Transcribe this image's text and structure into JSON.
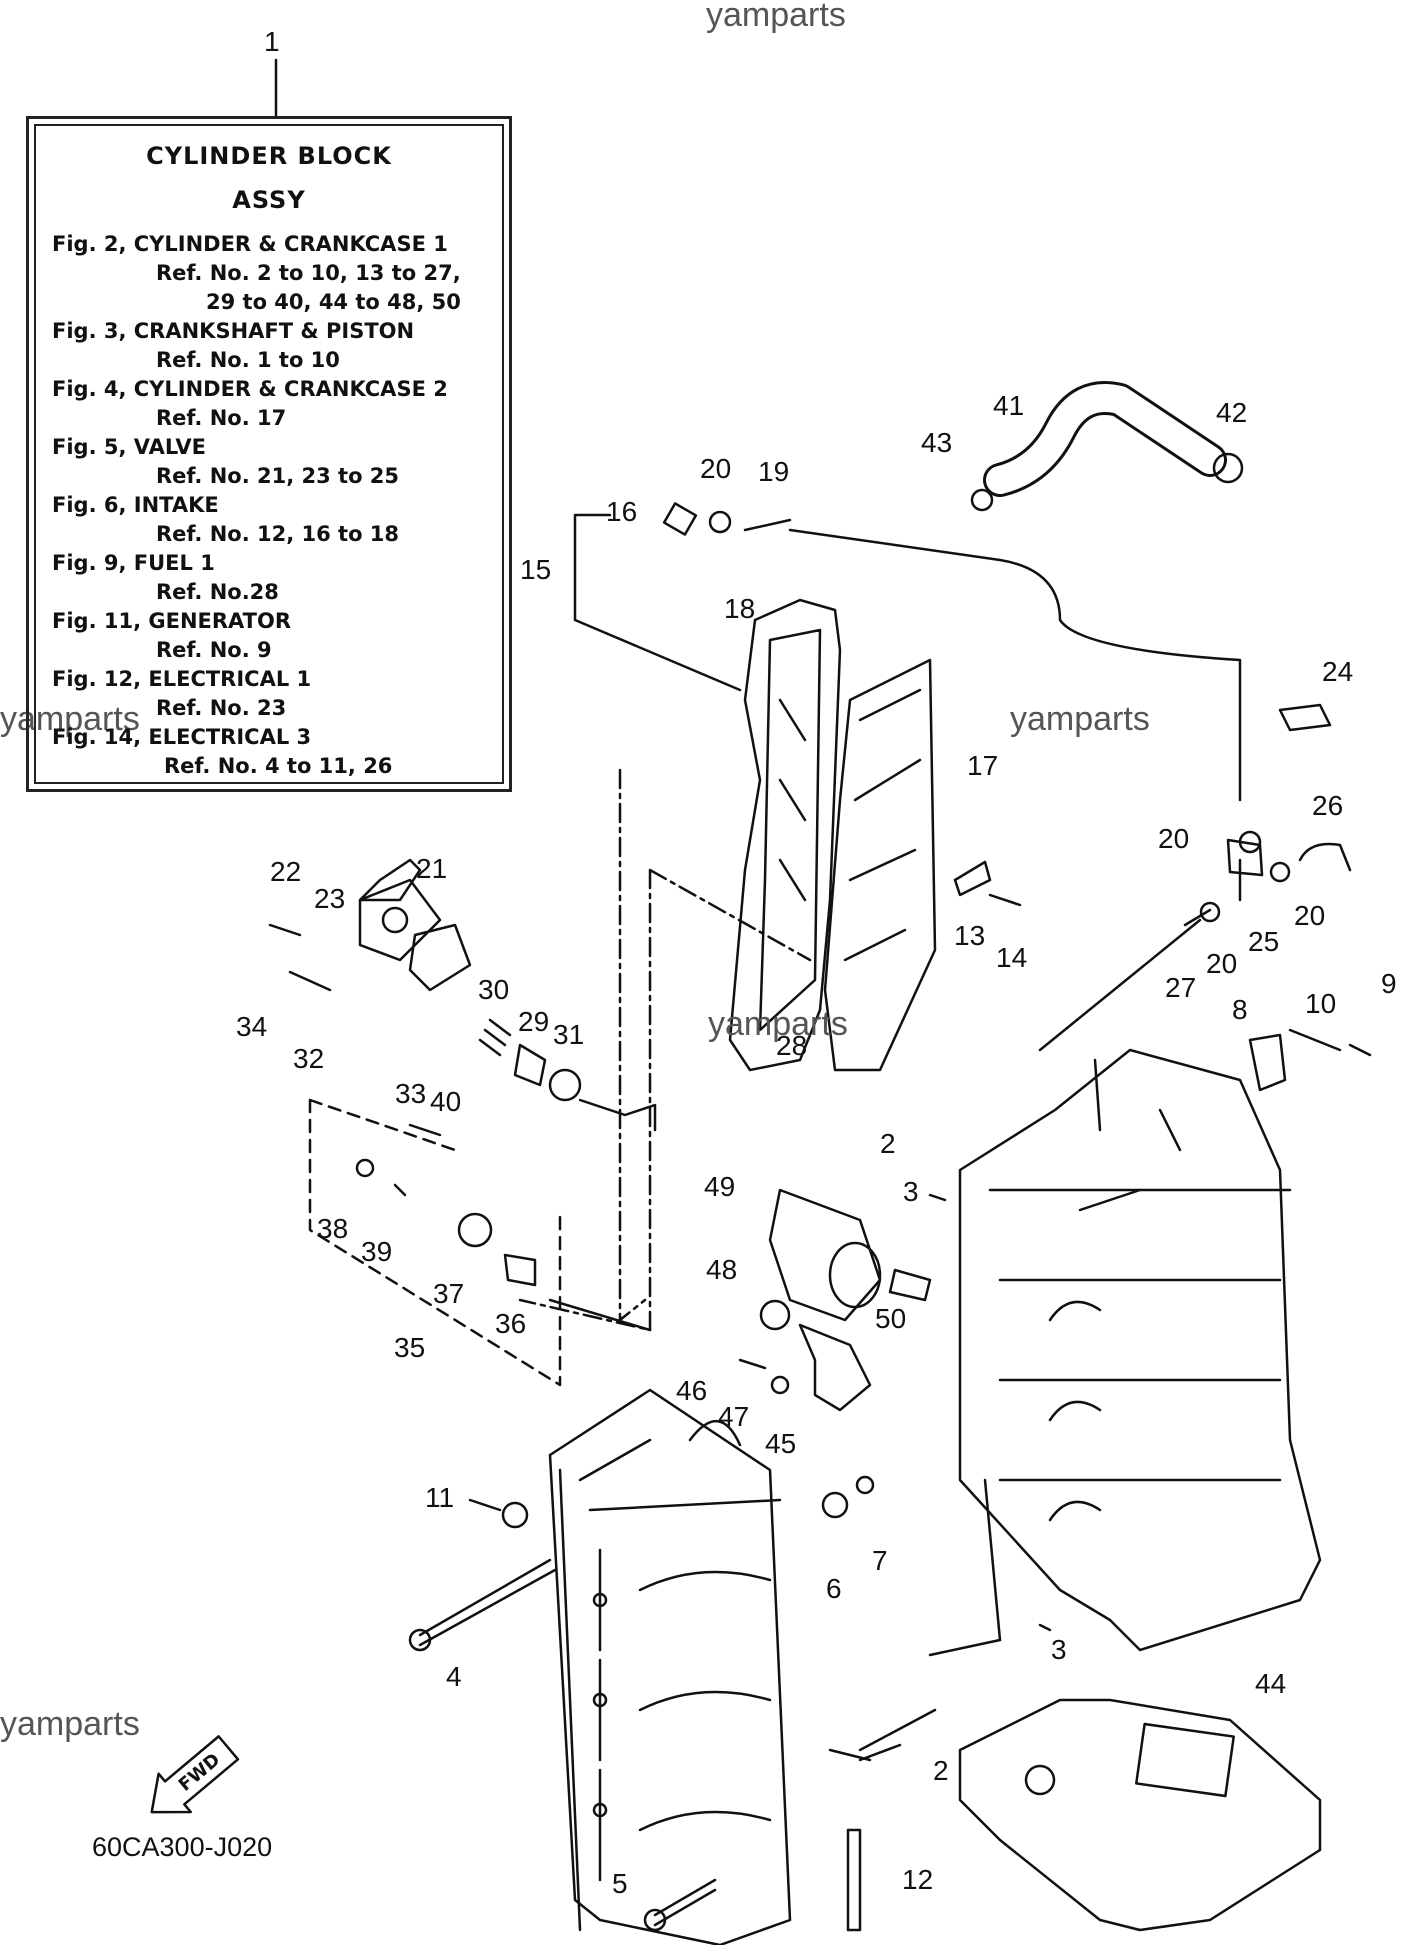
{
  "watermarks": [
    "yamparts",
    "yamparts",
    "yamparts",
    "yamparts",
    "yamparts"
  ],
  "legend": {
    "title": "CYLINDER  BLOCK",
    "subtitle": "ASSY",
    "lines": [
      "Fig. 2, CYLINDER & CRANKCASE 1",
      "Ref. No. 2 to 10, 13 to 27,",
      "29 to 40, 44 to 48, 50",
      "Fig. 3, CRANKSHAFT & PISTON",
      "Ref. No. 1 to 10",
      "Fig. 4, CYLINDER & CRANKCASE 2",
      "Ref. No. 17",
      "Fig. 5, VALVE",
      "Ref. No. 21, 23 to 25",
      "Fig. 6, INTAKE",
      "Ref. No. 12, 16 to 18",
      "Fig. 9, FUEL 1",
      "Ref. No.28",
      "Fig. 11, GENERATOR",
      "Ref. No. 9",
      "Fig. 12, ELECTRICAL 1",
      "Ref. No. 23",
      "Fig. 14, ELECTRICAL 3",
      "Ref. No. 4 to 11, 26"
    ]
  },
  "callouts": [
    "1",
    "2",
    "3",
    "4",
    "5",
    "6",
    "7",
    "8",
    "9",
    "10",
    "11",
    "12",
    "13",
    "14",
    "15",
    "16",
    "17",
    "18",
    "19",
    "20",
    "20",
    "20",
    "20",
    "21",
    "22",
    "23",
    "24",
    "25",
    "26",
    "27",
    "28",
    "29",
    "30",
    "31",
    "32",
    "33",
    "34",
    "35",
    "36",
    "37",
    "38",
    "39",
    "40",
    "41",
    "42",
    "43",
    "44",
    "45",
    "46",
    "47",
    "48",
    "49",
    "50",
    "2",
    "3"
  ],
  "fwd_label": "FWD",
  "drawing_code": "60CA300-J020"
}
